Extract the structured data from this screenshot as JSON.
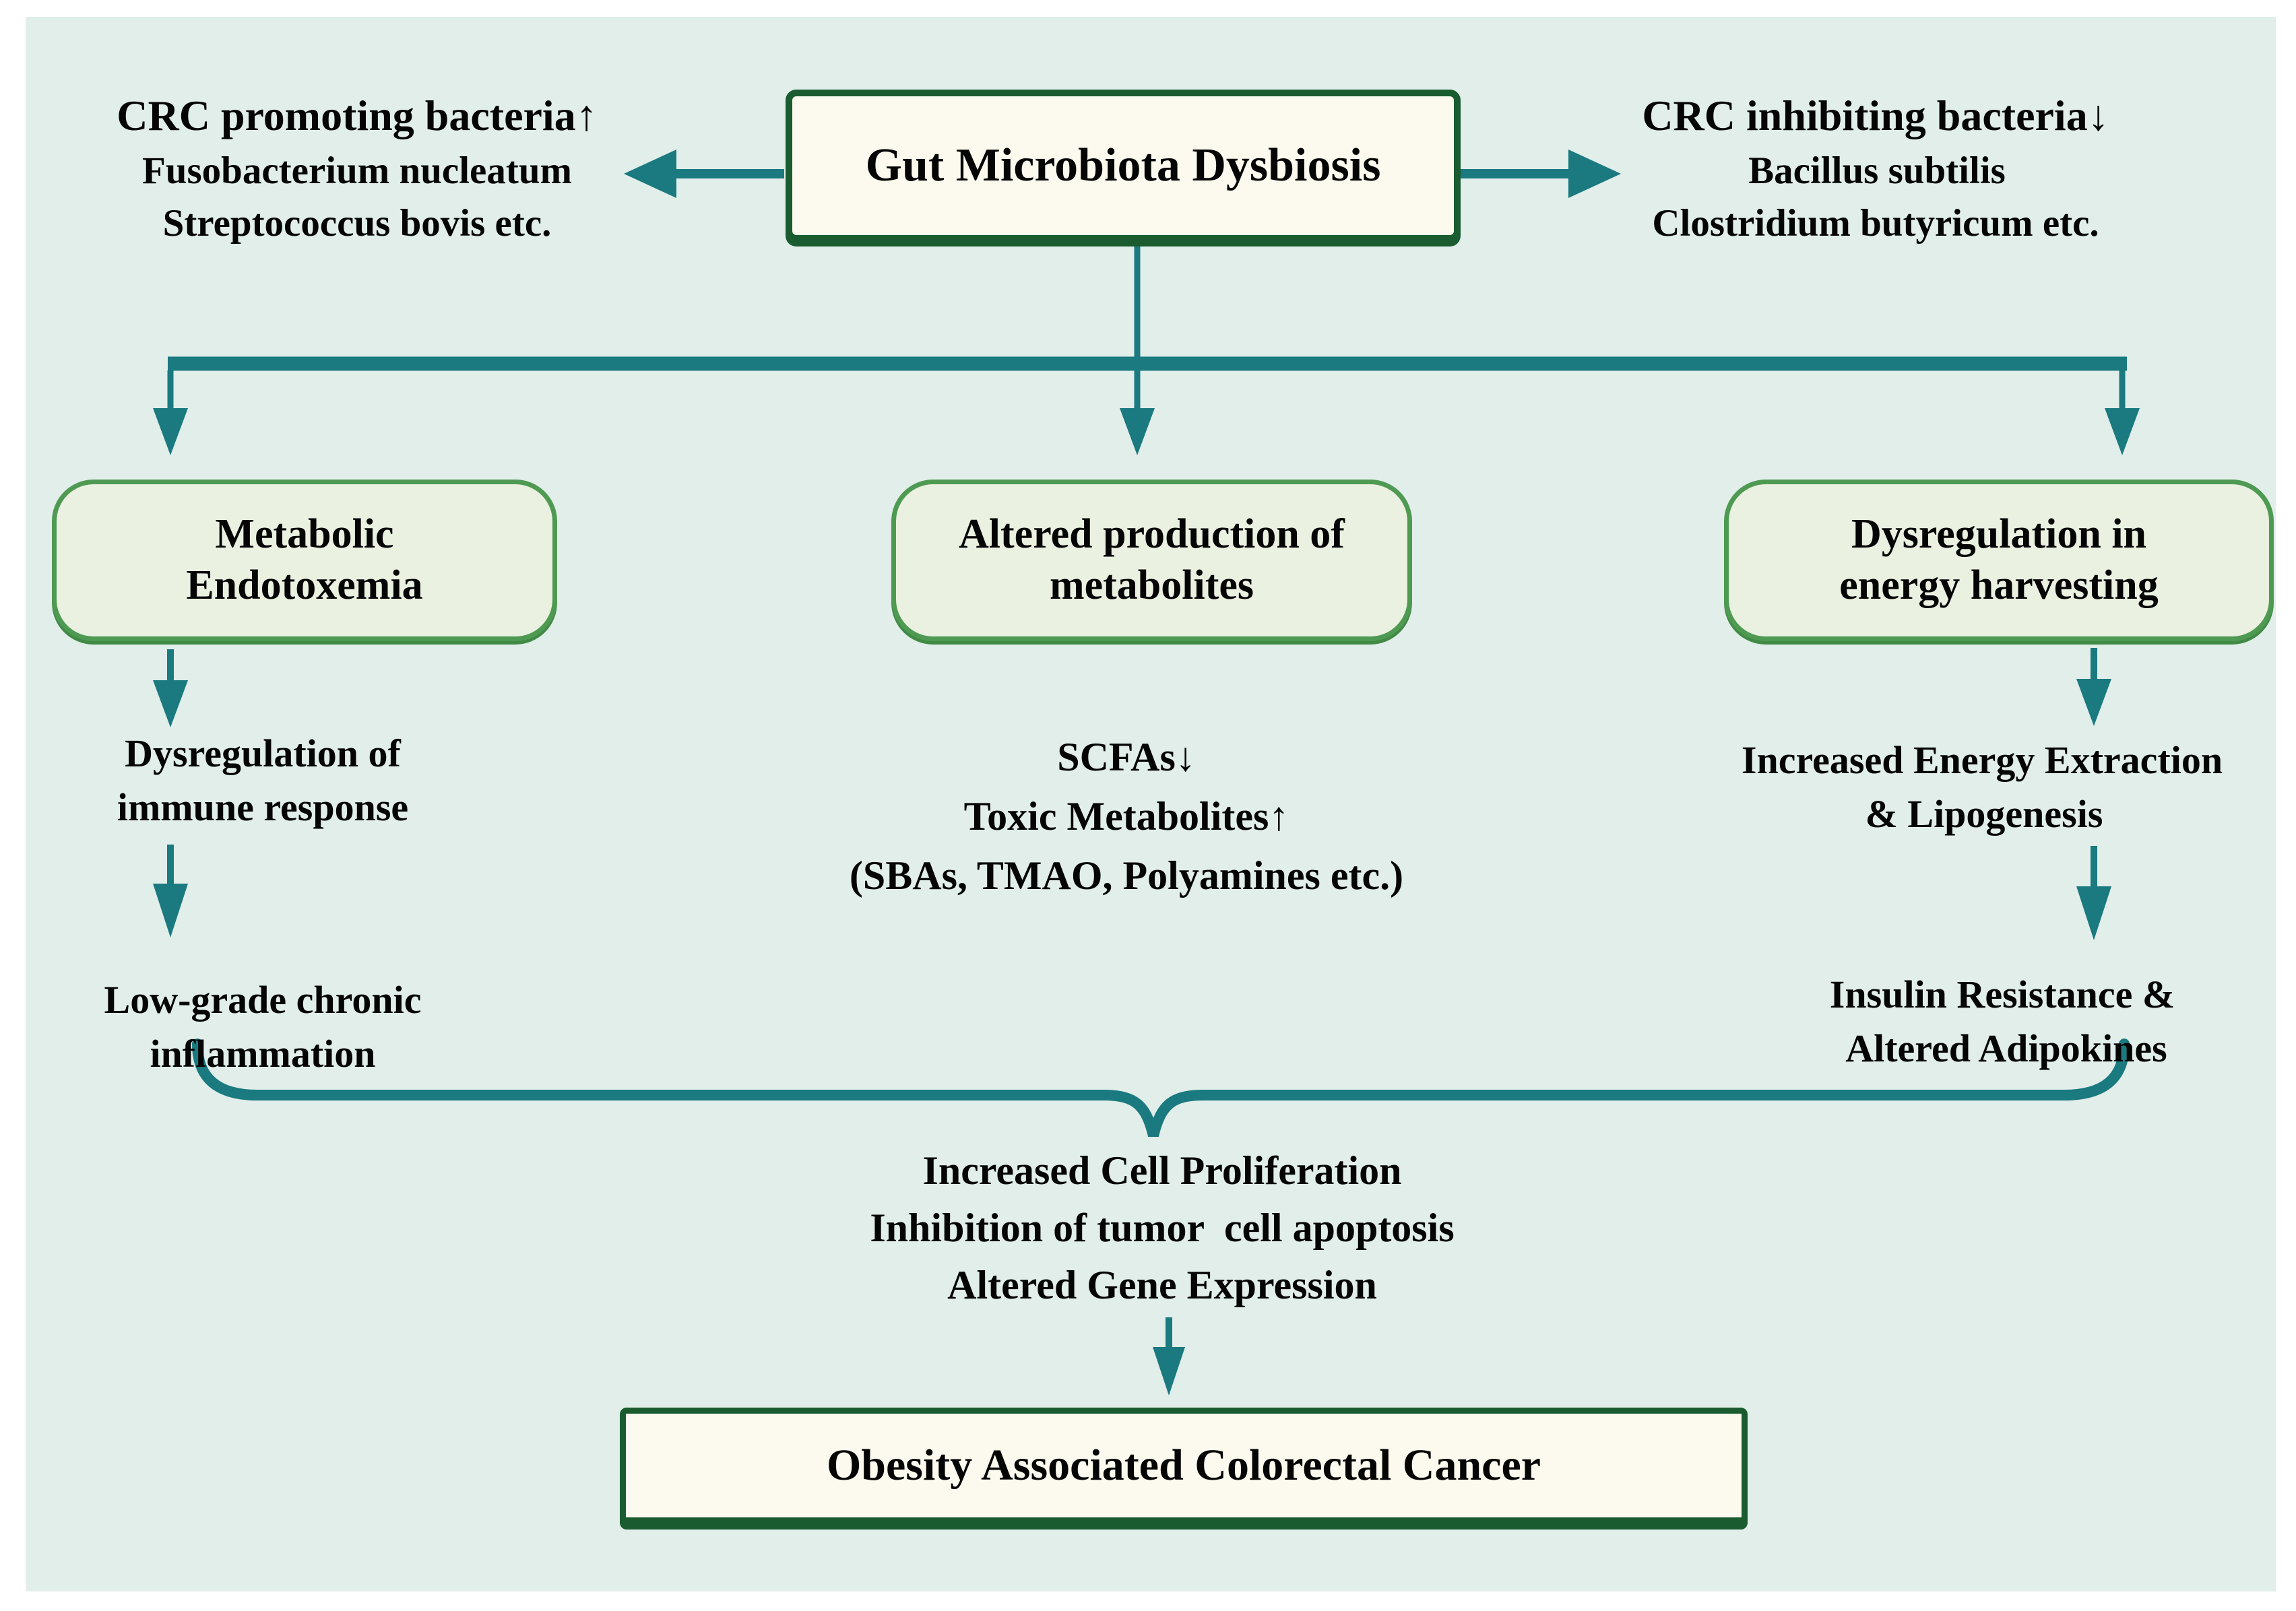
{
  "figure": {
    "title_node": "Gut Microbiota Dysbiosis",
    "left_note": [
      "CRC promoting bacteria↑",
      "Fusobacterium nucleatum",
      "Streptococcus bovis etc."
    ],
    "right_note": [
      "CRC inhibiting bacteria↓",
      "Bacillus subtilis",
      "Clostridium butyricum etc."
    ],
    "branch_boxes": [
      "Metabolic\nEndotoxemia",
      "Altered production of\nmetabolites",
      "Dysregulation in\nenergy harvesting"
    ],
    "left_chain": [
      "Dysregulation of",
      "immune response",
      "Low-grade chronic",
      "inflammation"
    ],
    "middle_chain": [
      "SCFAs↓",
      "Toxic Metabolites↑",
      "(SBAs, TMAO, Polyamines etc.)"
    ],
    "right_chain": [
      "Increased Energy Extraction",
      "& Lipogenesis",
      "Insulin Resistance &",
      "Altered Adipokines"
    ],
    "merge_effects": [
      "Increased Cell Proliferation",
      "Inhibition of tumor  cell apoptosis",
      "Altered Gene Expression"
    ],
    "outcome_node": "Obesity Associated Colorectal Cancer"
  },
  "colors": {
    "page_margin": "#ffffff",
    "background": "#e1eeea",
    "arrow_teal": "#1a7a80",
    "dark_green_border": "#1a5c30",
    "cream_box_fill": "#fcfaee",
    "branch_box_border": "#4f9a52",
    "branch_box_fill": "#eaf1e1",
    "text": "#050505"
  }
}
